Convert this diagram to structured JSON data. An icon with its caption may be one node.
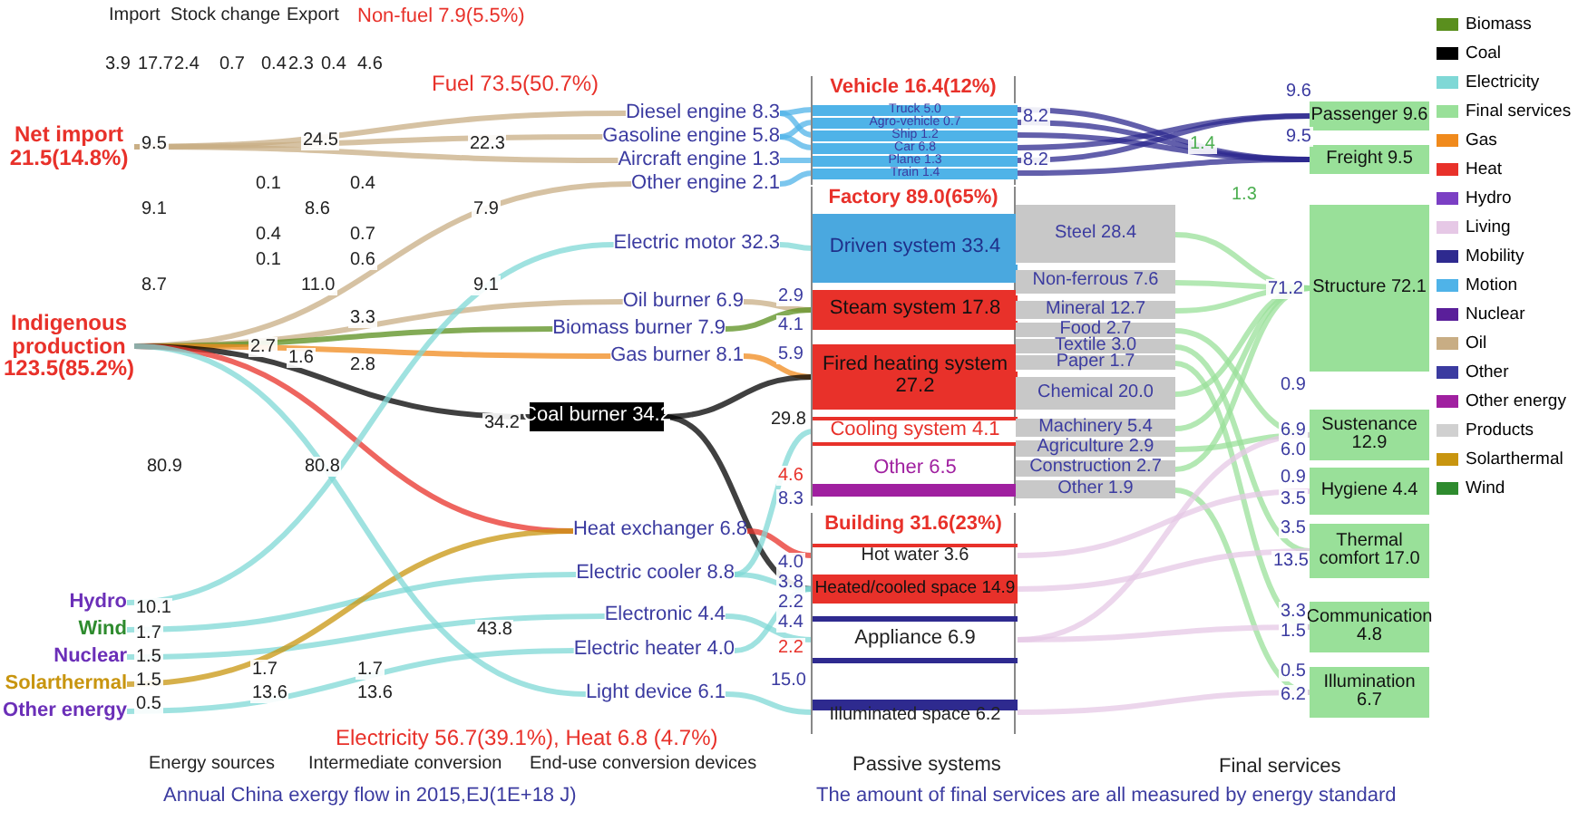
{
  "diagram": {
    "caption": "Annual China exergy flow in 2015,EJ(1E+18 J)",
    "nodes": [
      {
        "text": [
          "Net import 21.5(14.8%)"
        ]
      },
      {
        "text": [
          "Indigenous production 123.5(85.2%)"
        ]
      },
      {
        "text": [
          "Hydro"
        ]
      },
      {
        "text": [
          "Wind"
        ]
      },
      {
        "text": [
          "Nuclear"
        ]
      },
      {
        "text": [
          "Solarthermal"
        ]
      },
      {
        "text": [
          "Other energy"
        ]
      },
      {
        "text": [
          "Diesel engine 8.3"
        ]
      },
      {
        "text": [
          "Gasoline engine 5.8"
        ]
      },
      {
        "text": [
          "Aircraft engine 1.3"
        ]
      },
      {
        "text": [
          "Other engine 2.1"
        ]
      },
      {
        "text": [
          "Electric motor 32.3"
        ]
      },
      {
        "text": [
          "Oil burner 6.9"
        ]
      },
      {
        "text": [
          "Biomass burner 7.9"
        ]
      },
      {
        "text": [
          "Gas burner 8.1"
        ]
      },
      {
        "text": [
          "Coal burner 34.2"
        ]
      },
      {
        "text": [
          "Heat exchanger 6.8"
        ]
      },
      {
        "text": [
          "Electric cooler 8.8"
        ]
      },
      {
        "text": [
          "Electronic 4.4"
        ]
      },
      {
        "text": [
          "Electric heater 4.0"
        ]
      },
      {
        "text": [
          "Light device 6.1"
        ]
      },
      {
        "text": [
          "Vehicle 16.4(12%)"
        ]
      },
      {
        "text": [
          "Truck 5.0"
        ],
        "in": 21
      },
      {
        "text": [
          "Agro-vehicle 0.7"
        ],
        "in": 21
      },
      {
        "text": [
          "Ship 1.2"
        ],
        "in": 21
      },
      {
        "text": [
          "Car 6.8"
        ],
        "in": 21
      },
      {
        "text": [
          "Plane 1.3"
        ],
        "in": 21
      },
      {
        "text": [
          "Train 1.4"
        ],
        "in": 21
      },
      {
        "text": [
          "Factory 89.0(65%)"
        ]
      },
      {
        "text": [
          "Driven system 33.4"
        ],
        "in": 28
      },
      {
        "text": [
          "Steam system 17.8"
        ],
        "in": 28
      },
      {
        "text": [
          "Fired heating system 27.2"
        ],
        "in": 28
      },
      {
        "text": [
          "Cooling system 4.1"
        ],
        "in": 28
      },
      {
        "text": [
          "Other 6.5"
        ],
        "in": 28
      },
      {
        "text": [
          "Steel 28.4"
        ]
      },
      {
        "text": [
          "Non-ferrous 7.6"
        ]
      },
      {
        "text": [
          "Mineral 12.7"
        ]
      },
      {
        "text": [
          "Food 2.7"
        ]
      },
      {
        "text": [
          "Textile 3.0"
        ]
      },
      {
        "text": [
          "Paper 1.7"
        ]
      },
      {
        "text": [
          "Chemical 20.0"
        ]
      },
      {
        "text": [
          "Machinery 5.4"
        ]
      },
      {
        "text": [
          "Agriculture 2.9"
        ]
      },
      {
        "text": [
          "Construction 2.7"
        ]
      },
      {
        "text": [
          "Other 1.9"
        ]
      },
      {
        "text": [
          "Building 31.6(23%)"
        ]
      },
      {
        "text": [
          "Hot water 3.6"
        ],
        "in": 45
      },
      {
        "text": [
          "Heated/cooled space 14.9"
        ],
        "in": 45
      },
      {
        "text": [
          "Appliance 6.9"
        ],
        "in": 45
      },
      {
        "text": [
          "Illuminated space 6.2"
        ],
        "in": 45
      },
      {
        "text": [
          "Passenger 9.6"
        ]
      },
      {
        "text": [
          "Freight 9.5"
        ]
      },
      {
        "text": [
          "Structure 72.1"
        ]
      },
      {
        "text": [
          "Sustenance 12.9"
        ]
      },
      {
        "text": [
          "Hygiene 4.4"
        ]
      },
      {
        "text": [
          "Thermal comfort 17.0"
        ]
      },
      {
        "text": [
          "Communication 4.8"
        ]
      },
      {
        "text": [
          "Illumination 6.7"
        ]
      }
    ],
    "edges": [
      {
        "from": 0,
        "to": 7,
        "arrow": "none",
        "color": "#c8ad84"
      },
      {
        "from": 0,
        "to": 8,
        "arrow": "none",
        "color": "#c8ad84"
      },
      {
        "from": 0,
        "to": 9,
        "arrow": "none",
        "color": "#c8ad84"
      },
      {
        "from": 1,
        "to": 10,
        "arrow": "none",
        "color": "#c8ad84"
      },
      {
        "from": 1,
        "to": 12,
        "arrow": "none",
        "color": "#c8ad84"
      },
      {
        "from": 1,
        "to": 13,
        "arrow": "none",
        "color": "#5a8f1e"
      },
      {
        "from": 1,
        "to": 14,
        "arrow": "none",
        "color": "#f08a1c"
      },
      {
        "from": 1,
        "to": 15,
        "arrow": "none",
        "color": "#000000"
      },
      {
        "from": 1,
        "to": 16,
        "arrow": "none",
        "color": "#e8312a"
      },
      {
        "from": 2,
        "to": 11,
        "arrow": "none",
        "color": "#7fd8d6"
      },
      {
        "from": 3,
        "to": 17,
        "arrow": "none",
        "color": "#7fd8d6"
      },
      {
        "from": 4,
        "to": 18,
        "arrow": "none",
        "color": "#7fd8d6"
      },
      {
        "from": 5,
        "to": 16,
        "arrow": "none",
        "color": "#c8950f"
      },
      {
        "from": 6,
        "to": 19,
        "arrow": "none",
        "color": "#7fd8d6"
      },
      {
        "from": 1,
        "to": 20,
        "arrow": "none",
        "color": "#7fd8d6"
      },
      {
        "from": 7,
        "to": 22,
        "arrow": "none",
        "color": "#4fb3e8"
      },
      {
        "from": 7,
        "to": 24,
        "arrow": "none",
        "color": "#4fb3e8"
      },
      {
        "from": 8,
        "to": 25,
        "arrow": "none",
        "color": "#4fb3e8"
      },
      {
        "from": 8,
        "to": 23,
        "arrow": "none",
        "color": "#4fb3e8"
      },
      {
        "from": 9,
        "to": 26,
        "arrow": "none",
        "color": "#4fb3e8"
      },
      {
        "from": 10,
        "to": 27,
        "arrow": "none",
        "color": "#4fb3e8"
      },
      {
        "from": 11,
        "to": 29,
        "arrow": "none",
        "color": "#7fd8d6"
      },
      {
        "from": 12,
        "to": 30,
        "arrow": "none",
        "color": "#c8ad84"
      },
      {
        "from": 13,
        "to": 30,
        "arrow": "none",
        "color": "#5a8f1e"
      },
      {
        "from": 14,
        "to": 31,
        "arrow": "none",
        "color": "#f08a1c"
      },
      {
        "from": 15,
        "to": 31,
        "arrow": "none",
        "color": "#000000"
      },
      {
        "from": 15,
        "to": 47,
        "arrow": "none",
        "color": "#000000"
      },
      {
        "from": 16,
        "to": 46,
        "arrow": "none",
        "color": "#e8312a"
      },
      {
        "from": 17,
        "to": 32,
        "arrow": "none",
        "color": "#7fd8d6"
      },
      {
        "from": 17,
        "to": 47,
        "arrow": "none",
        "color": "#7fd8d6"
      },
      {
        "from": 18,
        "to": 48,
        "arrow": "none",
        "color": "#7fd8d6"
      },
      {
        "from": 19,
        "to": 47,
        "arrow": "none",
        "color": "#7fd8d6"
      },
      {
        "from": 20,
        "to": 49,
        "arrow": "none",
        "color": "#7fd8d6"
      },
      {
        "from": 22,
        "to": 51,
        "arrow": "none",
        "color": "#2e2a8f"
      },
      {
        "from": 23,
        "to": 51,
        "arrow": "none",
        "color": "#2e2a8f"
      },
      {
        "from": 24,
        "to": 51,
        "arrow": "none",
        "color": "#2e2a8f"
      },
      {
        "from": 25,
        "to": 50,
        "arrow": "none",
        "color": "#2e2a8f"
      },
      {
        "from": 26,
        "to": 50,
        "arrow": "none",
        "color": "#2e2a8f"
      },
      {
        "from": 27,
        "to": 51,
        "arrow": "none",
        "color": "#2e2a8f"
      },
      {
        "from": 34,
        "to": 52,
        "arrow": "none",
        "color": "#99e099"
      },
      {
        "from": 35,
        "to": 52,
        "arrow": "none",
        "color": "#99e099"
      },
      {
        "from": 36,
        "to": 52,
        "arrow": "none",
        "color": "#99e099"
      },
      {
        "from": 40,
        "to": 52,
        "arrow": "none",
        "color": "#99e099"
      },
      {
        "from": 41,
        "to": 52,
        "arrow": "none",
        "color": "#99e099"
      },
      {
        "from": 43,
        "to": 52,
        "arrow": "none",
        "color": "#99e099"
      },
      {
        "from": 37,
        "to": 53,
        "arrow": "none",
        "color": "#99e099"
      },
      {
        "from": 42,
        "to": 53,
        "arrow": "none",
        "color": "#99e099"
      },
      {
        "from": 38,
        "to": 55,
        "arrow": "none",
        "color": "#99e099"
      },
      {
        "from": 39,
        "to": 56,
        "arrow": "none",
        "color": "#99e099"
      },
      {
        "from": 44,
        "to": 57,
        "arrow": "none",
        "color": "#99e099"
      },
      {
        "from": 46,
        "to": 54,
        "arrow": "none",
        "color": "#e6c8e6"
      },
      {
        "from": 47,
        "to": 55,
        "arrow": "none",
        "color": "#e6c8e6"
      },
      {
        "from": 48,
        "to": 53,
        "arrow": "none",
        "color": "#e6c8e6"
      },
      {
        "from": 48,
        "to": 56,
        "arrow": "none",
        "color": "#e6c8e6"
      },
      {
        "from": 49,
        "to": 57,
        "arrow": "none",
        "color": "#e6c8e6"
      }
    ],
    "labels": [
      "Import",
      "Stock change",
      "Export",
      "Non-fuel 7.9(5.5%)",
      "Fuel 73.5(50.7%)",
      "3.9",
      "17.7",
      "2.4",
      "0.7",
      "0.4",
      "2.3",
      "0.4",
      "4.6",
      "9.5",
      "24.5",
      "22.3",
      "0.1",
      "0.4",
      "9.1",
      "8.6",
      "7.9",
      "0.4",
      "0.7",
      "0.1",
      "0.6",
      "8.7",
      "11.0",
      "9.1",
      "3.3",
      "2.7",
      "1.6",
      "2.8",
      "34.2",
      "80.9",
      "80.8",
      "43.8",
      "29.8",
      "10.1",
      "1.7",
      "1.5",
      "1.5",
      "0.5",
      "1.7",
      "13.6",
      "1.7",
      "13.6",
      "2.9",
      "4.1",
      "5.9",
      "4.6",
      "8.3",
      "4.0",
      "3.8",
      "2.2",
      "4.4",
      "2.2",
      "15.0",
      "8.2",
      "8.2",
      "9.6",
      "9.5",
      "1.4",
      "1.3",
      "71.2",
      "0.9",
      "6.9",
      "6.0",
      "0.9",
      "3.5",
      "3.5",
      "13.5",
      "3.3",
      "1.5",
      "0.5",
      "6.2",
      "Electricity 56.7(39.1%), Heat 6.8 (4.7%)",
      "Energy sources",
      "Intermediate conversion",
      "End-use conversion devices",
      "Passive systems",
      "Final services",
      "The amount of final services are all measured by energy standard"
    ],
    "legend": [
      {
        "text": "Biomass",
        "color": "#5a8f1e"
      },
      {
        "text": "Coal",
        "color": "#000000"
      },
      {
        "text": "Electricity",
        "color": "#7fd8d6"
      },
      {
        "text": "Final services",
        "color": "#99e099"
      },
      {
        "text": "Gas",
        "color": "#f08a1c"
      },
      {
        "text": "Heat",
        "color": "#e8312a"
      },
      {
        "text": "Hydro",
        "color": "#7b3fc4"
      },
      {
        "text": "Living",
        "color": "#e6c8e6"
      },
      {
        "text": "Mobility",
        "color": "#2e2a8f"
      },
      {
        "text": "Motion",
        "color": "#4fb3e8"
      },
      {
        "text": "Nuclear",
        "color": "#5a1f9a"
      },
      {
        "text": "Oil",
        "color": "#c8ad84"
      },
      {
        "text": "Other",
        "color": "#3b3ba0"
      },
      {
        "text": "Other energy",
        "color": "#a020a0"
      },
      {
        "text": "Products",
        "color": "#d0d0d0"
      },
      {
        "text": "Solarthermal",
        "color": "#c8950f"
      },
      {
        "text": "Wind",
        "color": "#2e8b2e"
      }
    ]
  }
}
